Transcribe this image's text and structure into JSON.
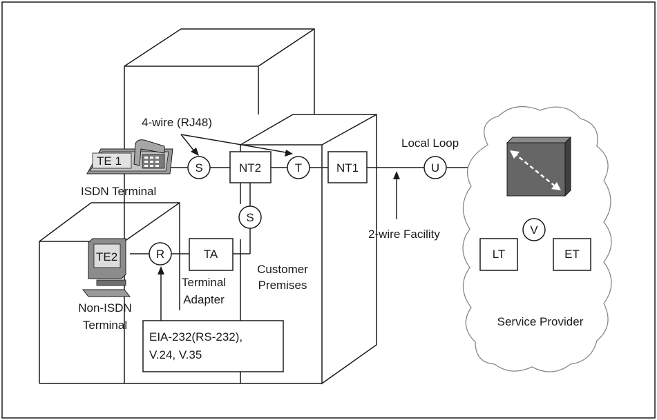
{
  "labels": {
    "te1": "TE 1",
    "te2": "TE2",
    "isdn_terminal": "ISDN Terminal",
    "non_isdn_1": "Non-ISDN",
    "non_isdn_2": "Terminal",
    "four_wire": "4-wire (RJ48)",
    "local_loop": "Local Loop",
    "two_wire": "2-wire Facility",
    "customer_1": "Customer",
    "customer_2": "Premises",
    "adapter_1": "Terminal",
    "adapter_2": "Adapter",
    "service_provider": "Service Provider",
    "eia_1": "EIA-232(RS-232),",
    "eia_2": "V.24, V.35"
  },
  "reference_points": {
    "s1": "S",
    "s2": "S",
    "t": "T",
    "u": "U",
    "r": "R",
    "v": "V"
  },
  "devices": {
    "nt2": "NT2",
    "nt1": "NT1",
    "ta": "TA",
    "lt": "LT",
    "et": "ET"
  },
  "colors": {
    "line": "#1a1a1a",
    "switch_fill": "#666666",
    "phone_body": "#b8b8b8",
    "monitor": "#8c8c8c"
  }
}
